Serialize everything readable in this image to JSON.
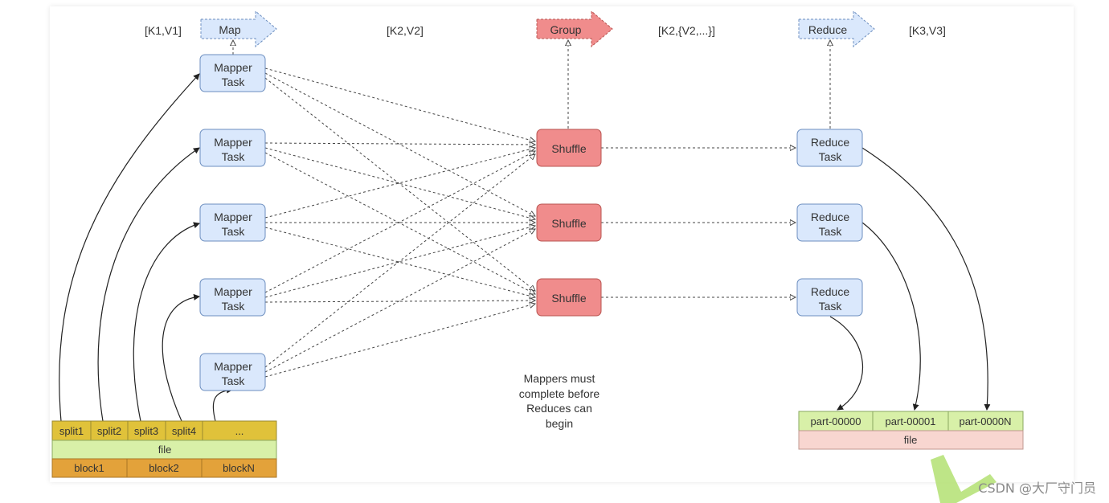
{
  "kv_labels": [
    "[K1,V1]",
    "[K2,V2]",
    "[K2,{V2,...}]",
    "[K3,V3]"
  ],
  "phase_arrows": {
    "map": "Map",
    "group": "Group",
    "reduce": "Reduce"
  },
  "mapper_tasks": [
    {
      "line1": "Mapper",
      "line2": "Task"
    },
    {
      "line1": "Mapper",
      "line2": "Task"
    },
    {
      "line1": "Mapper",
      "line2": "Task"
    },
    {
      "line1": "Mapper",
      "line2": "Task"
    },
    {
      "line1": "Mapper",
      "line2": "Task"
    }
  ],
  "shuffles": [
    "Shuffle",
    "Shuffle",
    "Shuffle"
  ],
  "reduce_tasks": [
    {
      "line1": "Reduce",
      "line2": "Task"
    },
    {
      "line1": "Reduce",
      "line2": "Task"
    },
    {
      "line1": "Reduce",
      "line2": "Task"
    }
  ],
  "note": [
    "Mappers must",
    "complete before",
    "Reduces can",
    "begin"
  ],
  "input_file": {
    "splits": [
      "split1",
      "split2",
      "split3",
      "split4",
      "..."
    ],
    "file_label": "file",
    "blocks": [
      "block1",
      "block2",
      "blockN"
    ]
  },
  "output_file": {
    "parts": [
      "part-00000",
      "part-00001",
      "part-0000N"
    ],
    "file_label": "file"
  },
  "watermark": "CSDN @大厂守门员",
  "colors": {
    "task_fill": "#dae8fc",
    "task_stroke": "#6c8ebf",
    "shuffle_fill": "#f08c8c",
    "shuffle_stroke": "#b85450",
    "split_fill": "#e0c23a",
    "file_fill": "#d8f0a8",
    "block_fill": "#e3a23a",
    "out_file_fill": "#f8d6d0",
    "watermark_check": "#b7e27a"
  }
}
